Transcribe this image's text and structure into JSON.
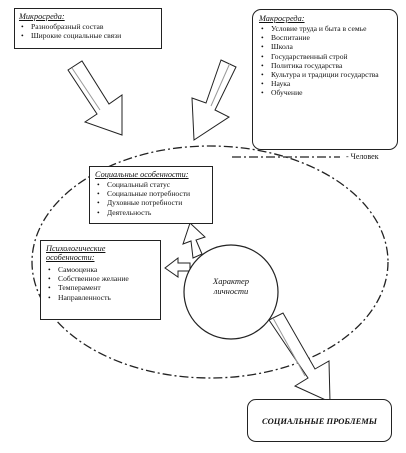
{
  "microenvironment": {
    "title": "Микросреда:",
    "items": [
      "Разнообразный состав",
      "Широкие социальные связи"
    ]
  },
  "macroenvironment": {
    "title": "Макросреда:",
    "items": [
      "Условие труда и быта в семье",
      "Воспитание",
      "Школа",
      "Государственный строй",
      "Политика государства",
      "Культура и традиции государства",
      "Наука",
      "Обучение"
    ]
  },
  "legend": {
    "label": "- Человек"
  },
  "social_features": {
    "title": "Социальные особенности:",
    "items": [
      "Социальный статус",
      "Социальные потребности",
      "Духовные потребности",
      "Деятельность"
    ]
  },
  "psychological_features": {
    "title": "Психологические особенности:",
    "items": [
      "Самооценка",
      "Собственное желание",
      "Темперамент",
      "Направленность"
    ]
  },
  "personality": {
    "label": "Характер личности"
  },
  "social_problems": {
    "label": "СОЦИАЛЬНЫЕ ПРОБЛЕМЫ"
  }
}
